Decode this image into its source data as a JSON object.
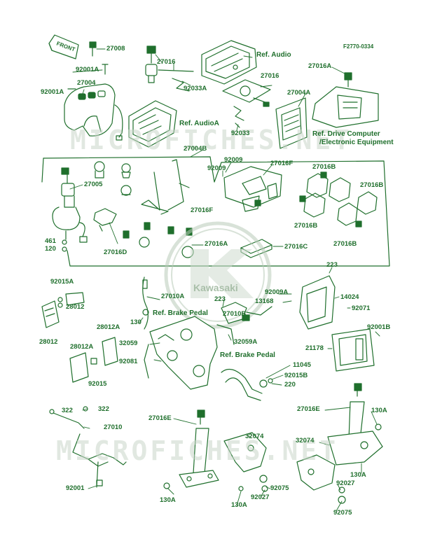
{
  "diagram_code": "F2770-0334",
  "front_label": "FRONT",
  "brand": "Kawasaki",
  "watermarks": [
    "MICROFICHES.NET",
    "MICROFICHES.NET"
  ],
  "colors": {
    "line": "#1f6f2c",
    "wm": "#c9d6c9"
  },
  "labels": {
    "p27008": "27008",
    "p92001A_a": "92001A",
    "p92001A_b": "92001A",
    "p27004": "27004",
    "p27016_a": "27016",
    "p92033A": "92033A",
    "ref_audioA": "Ref. AudioA",
    "ref_audio": "Ref. Audio",
    "p27016_b": "27016",
    "p92033": "92033",
    "p27004A": "27004A",
    "p27016A_top": "27016A",
    "ref_drive": "Ref. Drive Computer",
    "ref_electronic": "/Electronic Equipment",
    "p27004B": "27004B",
    "p92009_a": "92009",
    "p92009_b": "92009",
    "p27016F_a": "27016F",
    "p27016B_a": "27016B",
    "p27016B_b": "27016B",
    "p27016B_c": "27016B",
    "p27016B_d": "27016B",
    "p27016F_b": "27016F",
    "p27005": "27005",
    "p461": "461",
    "p120": "120",
    "p27016D": "27016D",
    "p27016A_mid": "27016A",
    "p27016C": "27016C",
    "p223_a": "223",
    "p92015A": "92015A",
    "p28012_a": "28012",
    "p28012_b": "28012",
    "p28012A": "28012A",
    "p28012A_b": "28012A",
    "p92015": "92015",
    "p27010A": "27010A",
    "ref_brake_a": "Ref. Brake Pedal",
    "p223_b": "223",
    "p130": "130",
    "p32059": "32059",
    "p92081": "92081",
    "p27010B": "27010B",
    "p32059A": "32059A",
    "p92009A": "92009A",
    "p13168": "13168",
    "p14024": "14024",
    "p92071": "92071",
    "p92001B": "92001B",
    "p21178": "21178",
    "ref_brake_b": "Ref. Brake Pedal",
    "p11045": "11045",
    "p92015B": "92015B",
    "p220": "220",
    "p322_a": "322",
    "p322_b": "322",
    "p27010": "27010",
    "p92001": "92001",
    "p27016E_a": "27016E",
    "p32074_a": "32074",
    "p92075_a": "92075",
    "p92027_a": "92027",
    "p130A_a": "130A",
    "p130A_b": "130A",
    "p27016E_b": "27016E",
    "p130A_c": "130A",
    "p32074_b": "32074",
    "p130A_d": "130A",
    "p92027_b": "92027",
    "p92075_b": "92075"
  }
}
